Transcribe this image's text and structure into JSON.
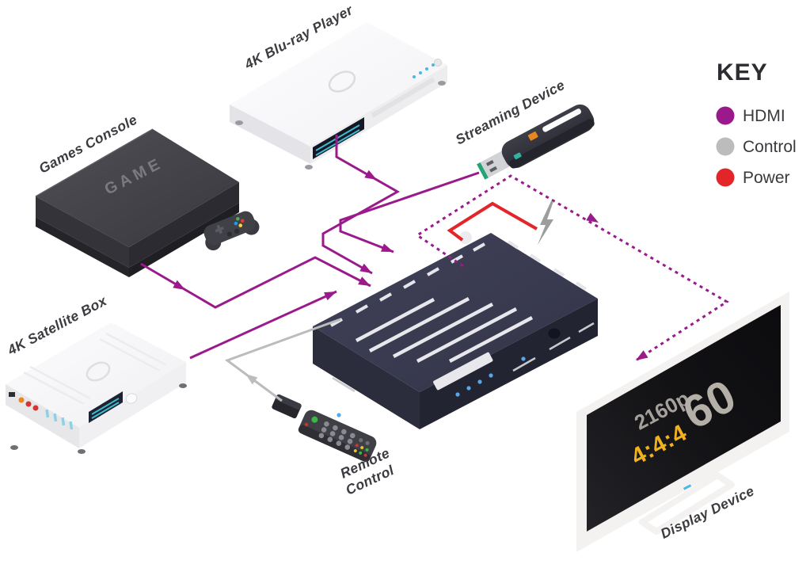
{
  "key": {
    "title": "KEY",
    "items": [
      {
        "label": "HDMI",
        "color": "#9a1a8c"
      },
      {
        "label": "Control",
        "color": "#bcbcbc"
      },
      {
        "label": "Power",
        "color": "#e3252a"
      }
    ]
  },
  "devices": {
    "games_console": {
      "label": "Games Console",
      "badge": "GAME"
    },
    "blu_ray": {
      "label": "4K Blu-ray Player"
    },
    "streaming": {
      "label": "Streaming Device"
    },
    "satellite": {
      "label": "4K Satellite Box"
    },
    "remote": {
      "label_line1": "Remote",
      "label_line2": "Control"
    },
    "display": {
      "label": "Display Device",
      "osd": {
        "resolution": "2160p",
        "chroma": "4:4:4",
        "refresh": "60"
      }
    }
  },
  "colors": {
    "hdmi": "#9a1a8c",
    "control": "#bcbcbc",
    "power": "#e3252a"
  }
}
